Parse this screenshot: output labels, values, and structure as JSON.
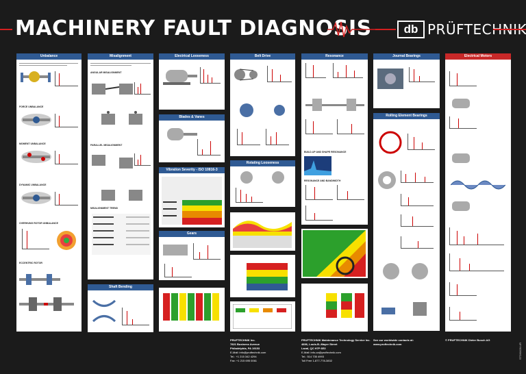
{
  "header": {
    "title": "MACHINERY FAULT DIAGNOSIS",
    "logo_mark": "db",
    "logo_name": "PRÜFTECHNIK"
  },
  "columns": [
    {
      "id": "unbalance",
      "label": "Unbalance",
      "accent": "#2f5a93"
    },
    {
      "id": "misalignment",
      "label": "Misalignment",
      "accent": "#2f5a93"
    },
    {
      "id": "electrical-looseness",
      "label": "Electrical Looseness",
      "accent": "#2f5a93"
    },
    {
      "id": "belt-drive",
      "label": "Belt Drive",
      "accent": "#2f5a93"
    },
    {
      "id": "resonance",
      "label": "Resonance",
      "accent": "#2f5a93"
    },
    {
      "id": "journal-bearings",
      "label": "Journal Bearings",
      "accent": "#2f5a93"
    },
    {
      "id": "electrical-motors",
      "label": "Electrical Motors",
      "accent": "#c82828"
    }
  ],
  "subpanels": {
    "blades_vanes": "Blades & Vanes",
    "vibration_severity": "Vibration Severity - ISO 10816-3",
    "gears": "Gears",
    "shaft_bending": "Shaft Bending",
    "rolling_looseness": "Rotating Looseness",
    "rolling_element_bearings": "Rolling Element Bearings"
  },
  "footer": {
    "us": [
      "PRUFTECHNIK Inc.",
      "7821 Business Avenue",
      "Philadelphia, PA 19153",
      "E-Mail: info@pruftechnik.com",
      "Tel.: +1 215 342 4294",
      "Fax: +1 215 695 0061"
    ],
    "ca": [
      "PRUFTECHNIK Maintenance Technology Service Inc.",
      "4836, Louis-B.-Mayer Street",
      "Laval, QC H7P 6E3",
      "E-Mail: info-ca@pruftechnik.com",
      "Tel.: 514 735 4993",
      "Toll Free 1-877-778-3832"
    ],
    "web": [
      "See our worldwide contacts at:",
      "www.pruftechnik.com"
    ],
    "copyright": "© PRUFTECHNIK Dieter Busch AG"
  },
  "side_code": "STD/0428-UR"
}
